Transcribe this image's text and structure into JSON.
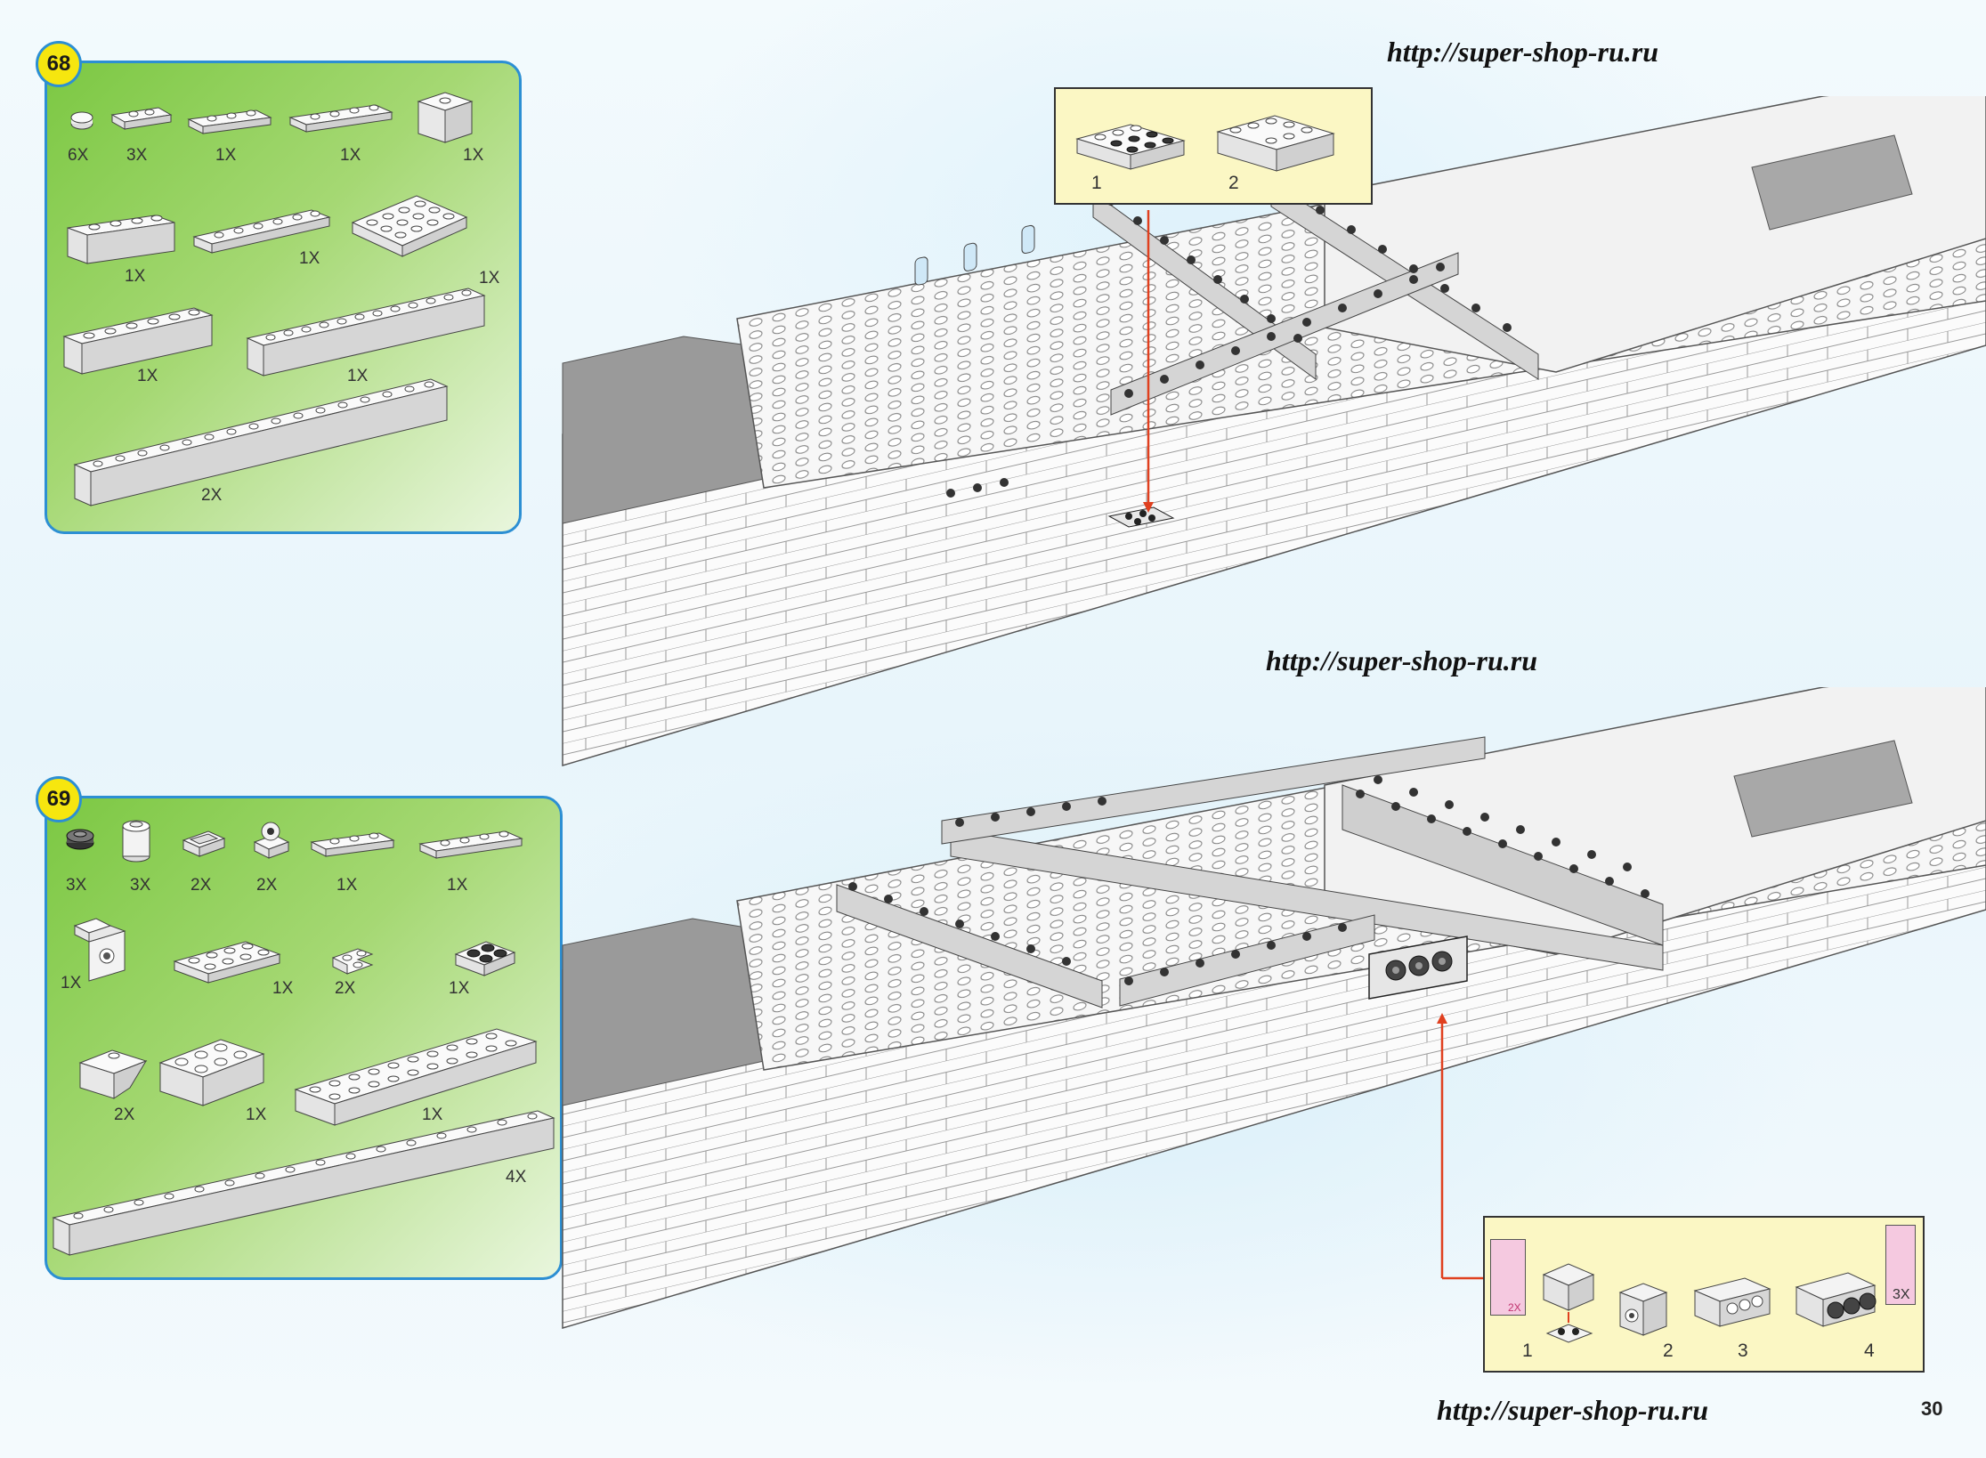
{
  "steps": [
    {
      "number": "68",
      "parts": [
        {
          "icon": "round-plate-1x1",
          "qty": "6X"
        },
        {
          "icon": "plate-1x2",
          "qty": "3X"
        },
        {
          "icon": "plate-1x3",
          "qty": "1X"
        },
        {
          "icon": "plate-1x4",
          "qty": "1X"
        },
        {
          "icon": "slope-brick-2x2",
          "qty": "1X"
        },
        {
          "icon": "brick-1x4",
          "qty": "1X"
        },
        {
          "icon": "plate-1x6",
          "qty": "1X"
        },
        {
          "icon": "plate-4x4",
          "qty": "1X"
        },
        {
          "icon": "brick-1x6",
          "qty": "1X"
        },
        {
          "icon": "brick-1x12",
          "qty": "1X"
        },
        {
          "icon": "brick-1x16",
          "qty": "2X"
        }
      ],
      "callout_steps": [
        "1",
        "2"
      ]
    },
    {
      "number": "69",
      "parts": [
        {
          "icon": "round-plate-dark-1x1",
          "qty": "3X"
        },
        {
          "icon": "round-brick-1x1",
          "qty": "3X"
        },
        {
          "icon": "tile-1x2-open",
          "qty": "2X"
        },
        {
          "icon": "clip-plate",
          "qty": "2X"
        },
        {
          "icon": "plate-1x3",
          "qty": "1X"
        },
        {
          "icon": "plate-1x4",
          "qty": "1X"
        },
        {
          "icon": "bracket-1x2",
          "qty": "1X"
        },
        {
          "icon": "plate-2x4",
          "qty": "1X"
        },
        {
          "icon": "corner-plate",
          "qty": "2X"
        },
        {
          "icon": "plate-2x2-dark-studs",
          "qty": "1X"
        },
        {
          "icon": "slope-inverted",
          "qty": "2X"
        },
        {
          "icon": "brick-2x3",
          "qty": "1X"
        },
        {
          "icon": "brick-2x10",
          "qty": "1X"
        },
        {
          "icon": "brick-1x16",
          "qty": "4X"
        }
      ],
      "callout_steps": [
        "1",
        "2",
        "3",
        "4"
      ],
      "sub_qty": [
        "2X",
        "3X"
      ]
    }
  ],
  "watermarks": [
    "http://super-shop-ru.ru",
    "http://super-shop-ru.ru",
    "http://super-shop-ru.ru"
  ],
  "page_number": "30",
  "colors": {
    "panel_border": "#2c8fd3",
    "panel_green": "#7cc843",
    "badge": "#f6e60f",
    "callout_bg": "#fbf7c4",
    "arrow": "#e0401f"
  }
}
